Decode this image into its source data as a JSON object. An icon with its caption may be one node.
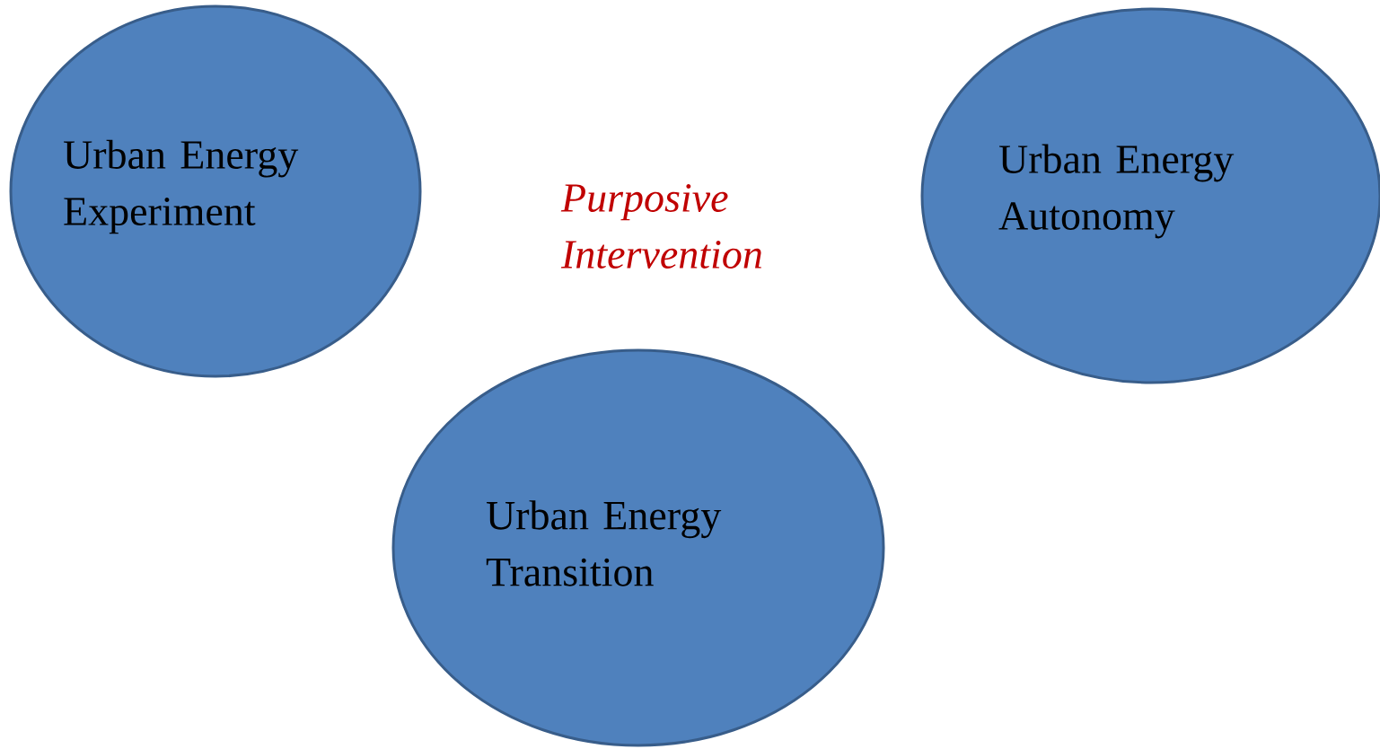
{
  "diagram": {
    "nodes": [
      {
        "text": [
          "Urban Energy Experiment"
        ]
      },
      {
        "text": [
          "Urban Energy Autonomy"
        ]
      },
      {
        "text": [
          "Urban Energy Transition"
        ]
      }
    ],
    "labels": [
      "Purposive Intervention"
    ]
  }
}
